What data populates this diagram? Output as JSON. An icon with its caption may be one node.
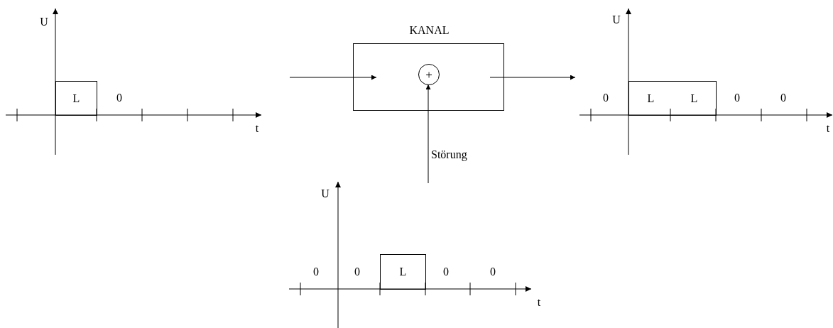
{
  "diagram": {
    "nodes": [
      {
        "text": [
          "KANAL"
        ]
      },
      {
        "text": [
          "+"
        ],
        "in": 0
      },
      {
        "text": [
          "Störung"
        ]
      },
      {
        "text": [
          "L"
        ]
      },
      {
        "text": [
          "L",
          "L"
        ]
      },
      {
        "text": [
          "L"
        ]
      }
    ],
    "edges": [
      {
        "from": null,
        "to": 0,
        "arrow": "to"
      },
      {
        "from": 0,
        "to": null,
        "arrow": "to"
      },
      {
        "from": 2,
        "to": 1,
        "arrow": "to"
      }
    ],
    "labels": [
      "U",
      "0",
      "t",
      "U",
      "0",
      "0",
      "0",
      "t",
      "U",
      "0",
      "0",
      "0",
      "0",
      "t"
    ]
  }
}
